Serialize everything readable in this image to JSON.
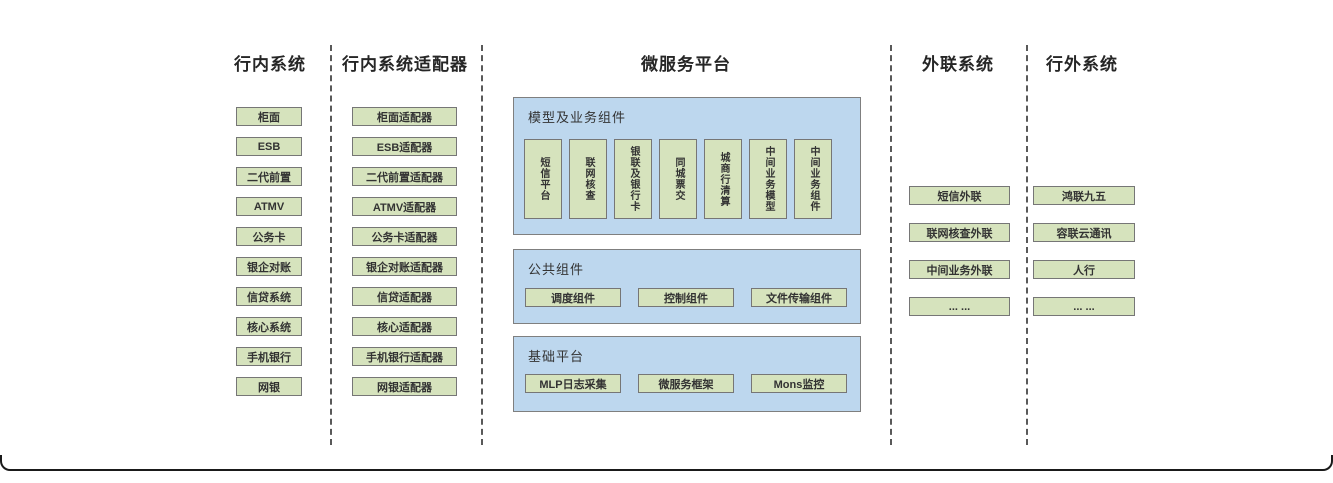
{
  "diagram": {
    "columns": [
      {
        "id": "internal-systems",
        "title": "行内系统",
        "items": [
          "柜面",
          "ESB",
          "二代前置",
          "ATMV",
          "公务卡",
          "银企对账",
          "信贷系统",
          "核心系统",
          "手机银行",
          "网银"
        ]
      },
      {
        "id": "internal-system-adapters",
        "title": "行内系统适配器",
        "items": [
          "柜面适配器",
          "ESB适配器",
          "二代前置适配器",
          "ATMV适配器",
          "公务卡适配器",
          "银企对账适配器",
          "信贷适配器",
          "核心适配器",
          "手机银行适配器",
          "网银适配器"
        ]
      },
      {
        "id": "microservice-platform",
        "title": "微服务平台",
        "groups": [
          {
            "title": "模型及业务组件",
            "orientation": "vertical",
            "items": [
              "短信平台",
              "联网核查",
              "银联及银行卡",
              "同城票交",
              "城商行清算",
              "中间业务模型",
              "中间业务组件"
            ]
          },
          {
            "title": "公共组件",
            "orientation": "horizontal",
            "items": [
              "调度组件",
              "控制组件",
              "文件传输组件"
            ]
          },
          {
            "title": "基础平台",
            "orientation": "horizontal",
            "items": [
              "MLP日志采集",
              "微服务框架",
              "Mons监控"
            ]
          }
        ]
      },
      {
        "id": "outreach-systems",
        "title": "外联系统",
        "items": [
          "短信外联",
          "联网核查外联",
          "中间业务外联",
          "... ..."
        ]
      },
      {
        "id": "external-systems",
        "title": "行外系统",
        "items": [
          "鸿联九五",
          "容联云通讯",
          "人行",
          "... ..."
        ]
      }
    ],
    "colors": {
      "green_fill": "#d6e3bd",
      "green_border": "#767676",
      "blue_fill": "#bdd7ee",
      "blue_border": "#7f7f7f",
      "separator": "#595959",
      "frame": "#1a1a1a"
    }
  }
}
